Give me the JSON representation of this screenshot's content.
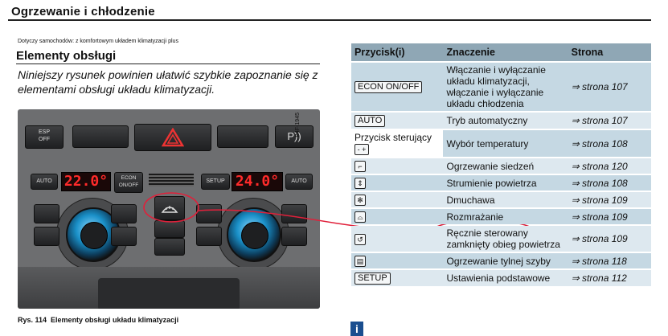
{
  "header": {
    "title": "Ogrzewanie i chłodzenie"
  },
  "applies_to": "Dotyczy samochodów: z komfortowym układem klimatyzacji plus",
  "section": {
    "title": "Elementy obsługi",
    "intro": "Niniejszy rysunek powinien ułatwić szybkie zapoznanie się z elementami obsługi układu klimatyzacji."
  },
  "figure": {
    "code": "B4F-1945",
    "caption_num": "Rys. 114",
    "caption_text": "Elementy obsługi układu klimatyzacji",
    "panel": {
      "esp_label": "ESP\nOFF",
      "park_label": "P",
      "left_auto": "AUTO",
      "left_temp": "22.0°",
      "econ_label": "ECON\nON/OFF",
      "setup_label": "SETUP",
      "right_temp": "24.0°",
      "right_auto": "AUTO"
    },
    "annotation_color": "#e0203a"
  },
  "table": {
    "headers": [
      "Przycisk(i)",
      "Znaczenie",
      "Strona"
    ],
    "rows": [
      {
        "button": "ECON ON/OFF",
        "button_type": "key",
        "meaning": "Włączanie i wyłączanie układu klimatyzacji, włączanie i wyłączanie układu chłodzenia",
        "page": "⇒ strona 107"
      },
      {
        "button": "AUTO",
        "button_type": "key",
        "meaning": "Tryb automatyczny",
        "page": "⇒ strona 107"
      },
      {
        "button": "Przycisk sterujący",
        "button_sub": "- +",
        "button_type": "text",
        "meaning": "Wybór temperatury",
        "page": "⇒ strona 108"
      },
      {
        "button": "seat-heat-icon",
        "button_type": "icon",
        "meaning": "Ogrzewanie siedzeń",
        "page": "⇒ strona 120"
      },
      {
        "button": "air-flow-icon",
        "button_type": "icon",
        "meaning": "Strumienie powietrza",
        "page": "⇒ strona 108"
      },
      {
        "button": "fan-icon",
        "button_type": "icon",
        "meaning": "Dmuchawa",
        "page": "⇒ strona 109"
      },
      {
        "button": "defrost-icon",
        "button_type": "icon",
        "meaning": "Rozmrażanie",
        "page": "⇒ strona 109",
        "highlighted": true
      },
      {
        "button": "recirculation-icon",
        "button_type": "icon",
        "meaning": "Ręcznie sterowany zamknięty obieg powietrza",
        "page": "⇒ strona 109"
      },
      {
        "button": "rear-window-heat-icon",
        "button_type": "icon",
        "meaning": "Ogrzewanie tylnej szyby",
        "page": "⇒ strona 118"
      },
      {
        "button": "SETUP",
        "button_type": "key",
        "meaning": "Ustawienia podstawowe",
        "page": "⇒ strona 112"
      }
    ]
  },
  "info_icon": "i"
}
